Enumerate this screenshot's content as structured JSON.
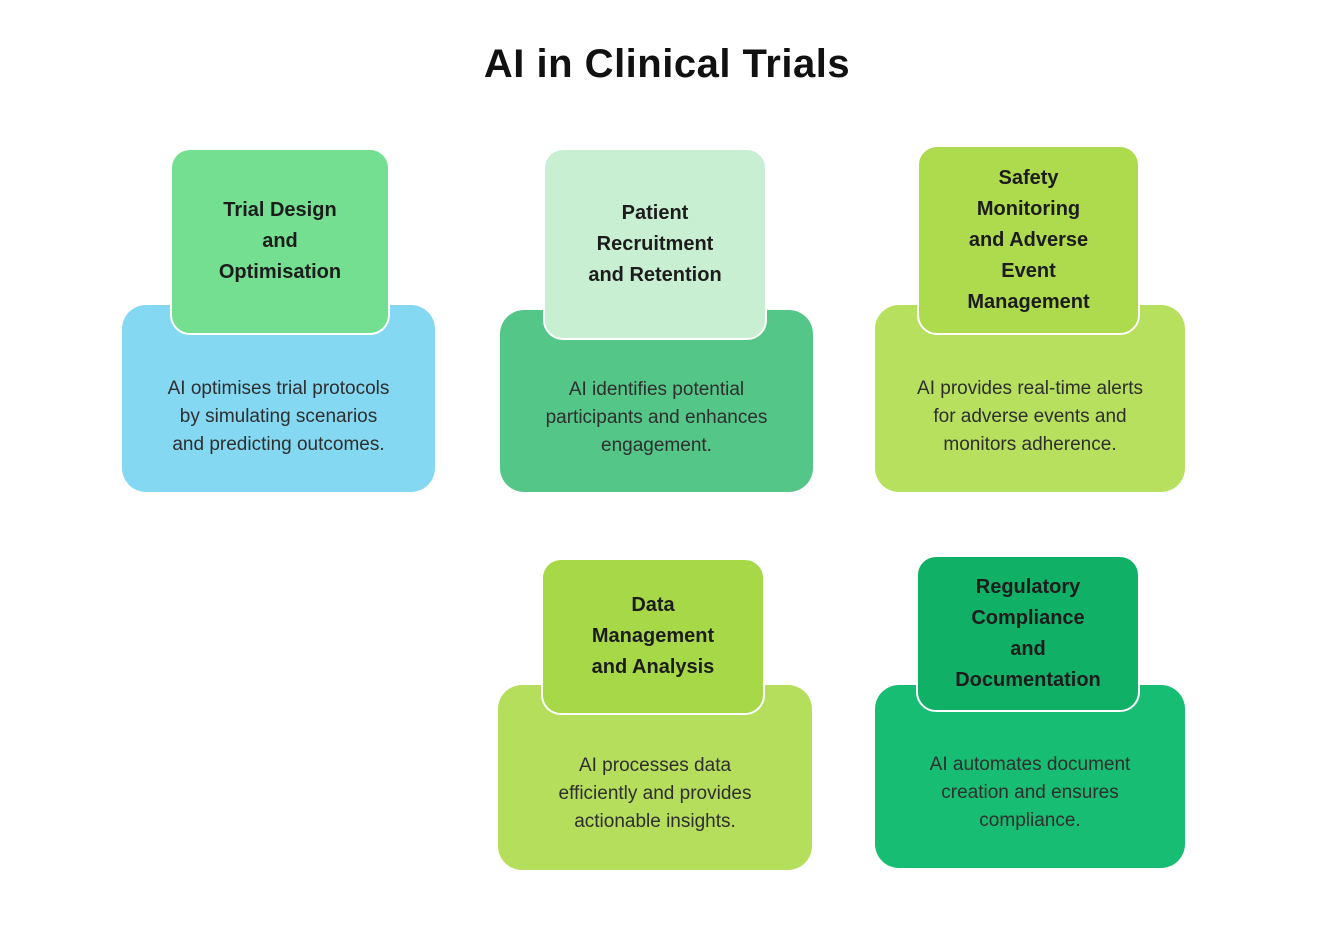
{
  "title": "AI in Clinical Trials",
  "colors": {
    "background": "#ffffff",
    "title_text": "#111111",
    "header_text": "#1c1c1c",
    "body_text": "#2e2e2e"
  },
  "cards": [
    {
      "id": "trial-design",
      "title": "Trial Design\nand\nOptimisation",
      "description": "AI optimises trial protocols\nby simulating scenarios\nand predicting outcomes.",
      "header_color": "#74df90",
      "body_color": "#85d8f2"
    },
    {
      "id": "patient-recruitment",
      "title": "Patient\nRecruitment\nand Retention",
      "description": "AI identifies potential\nparticipants and enhances\nengagement.",
      "header_color": "#c9efd3",
      "body_color": "#54c687"
    },
    {
      "id": "safety-monitoring",
      "title": "Safety\nMonitoring\nand Adverse\nEvent\nManagement",
      "description": "AI provides real-time alerts\nfor adverse events and\nmonitors adherence.",
      "header_color": "#aeda4d",
      "body_color": "#b7e05e"
    },
    {
      "id": "data-management",
      "title": "Data\nManagement\nand Analysis",
      "description": "AI processes data\nefficiently and provides\nactionable insights.",
      "header_color": "#a7d848",
      "body_color": "#b5de5c"
    },
    {
      "id": "regulatory-compliance",
      "title": "Regulatory\nCompliance\nand\nDocumentation",
      "description": "AI automates document\ncreation and ensures\ncompliance.",
      "header_color": "#10b166",
      "body_color": "#17bd72"
    }
  ]
}
